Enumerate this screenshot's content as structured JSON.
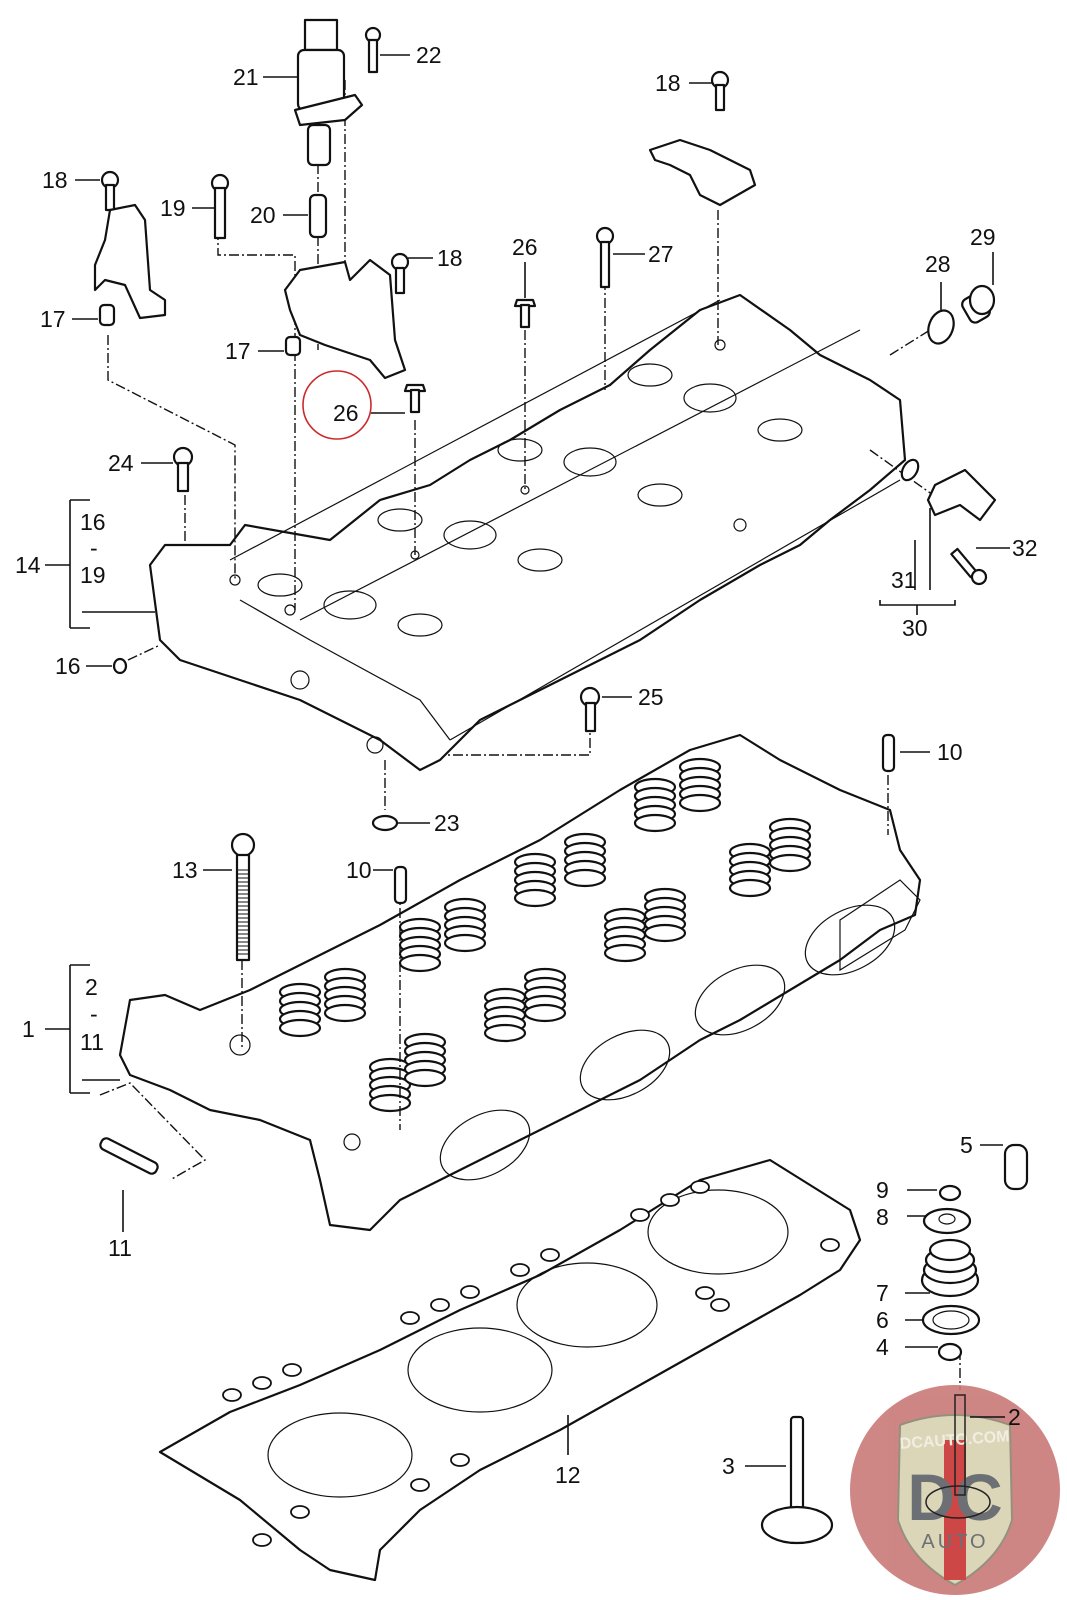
{
  "title": "Cylinder head exploded view",
  "highlight_color": "#cc2a2a",
  "callouts": {
    "c1": "1",
    "c2": "2",
    "c3": "3",
    "c4": "4",
    "c5": "5",
    "c6": "6",
    "c7": "7",
    "c8": "8",
    "c9": "9",
    "c10a": "10",
    "c10b": "10",
    "c11": "11",
    "c12": "12",
    "c13": "13",
    "c14": "14",
    "c16": "16",
    "c17a": "17",
    "c17b": "17",
    "c18a": "18",
    "c18b": "18",
    "c18c": "18",
    "c19": "19",
    "c20": "20",
    "c21": "21",
    "c22": "22",
    "c23": "23",
    "c24": "24",
    "c25": "25",
    "c26a": "26",
    "c26b": "26",
    "c27": "27",
    "c28": "28",
    "c29": "29",
    "c30": "30",
    "c31": "31",
    "c32": "32"
  },
  "groups": {
    "g1": {
      "from": "2",
      "dash": "-",
      "to": "11"
    },
    "g14": {
      "from": "16",
      "dash": "-",
      "to": "19"
    }
  },
  "highlighted_part": "26",
  "watermark": {
    "site": "DCAUTO.COM",
    "mark": "DC",
    "sub": "AUTO",
    "colors": {
      "circle": "#c97a78",
      "shield": "#d8d2b0",
      "letters": "#5d6066",
      "stripe": "#c83434"
    }
  }
}
